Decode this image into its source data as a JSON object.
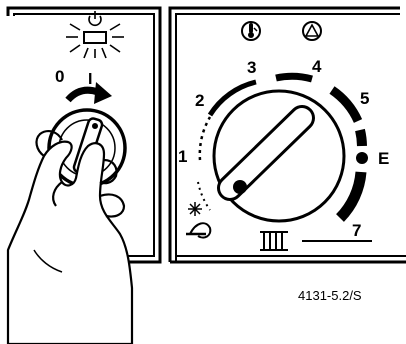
{
  "switch_panel": {
    "off_label": "0",
    "on_label": "I",
    "power_symbol": "power-icon"
  },
  "dial_panel": {
    "warning_icons": [
      "thermometer-warning-icon",
      "triangle-warning-icon"
    ],
    "scale_labels": [
      "1",
      "2",
      "3",
      "4",
      "5",
      "E",
      "7"
    ],
    "frost_icon": "frost-protection-icon",
    "radiator_icon": "radiator-icon"
  },
  "caption": "4131-5.2/S"
}
